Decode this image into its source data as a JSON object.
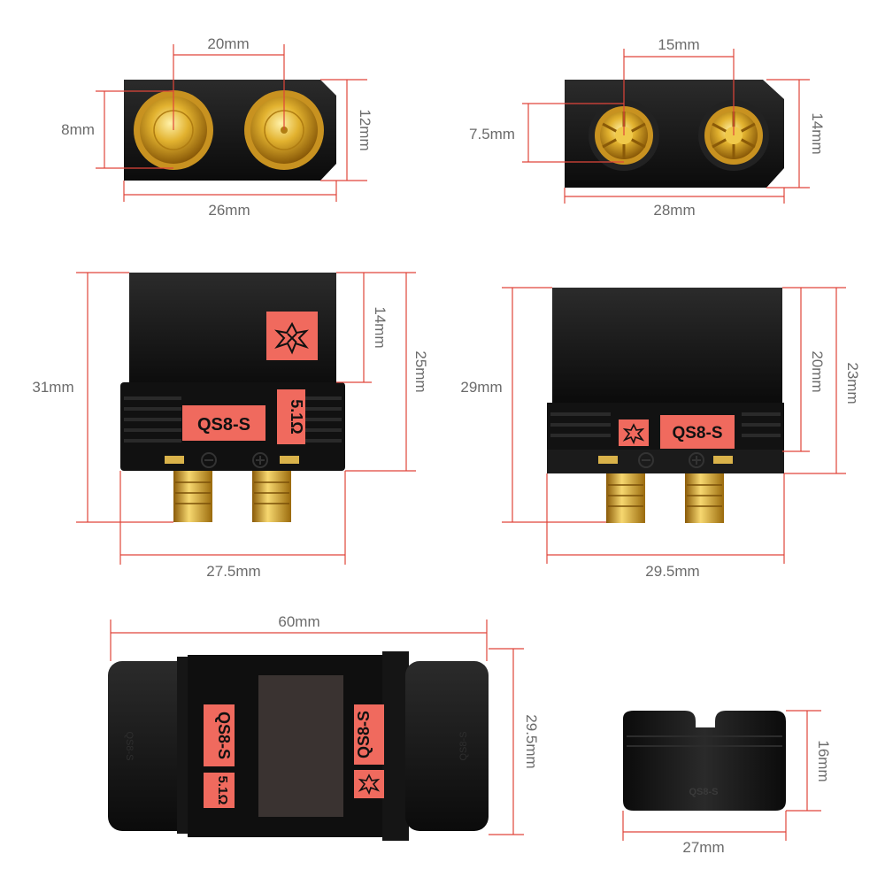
{
  "colors": {
    "dimension_line": "#e0453a",
    "dimension_text": "#6b6b6b",
    "housing": "#141414",
    "label_bg": "#f06a5e",
    "gold": "#d9a521",
    "gold_light": "#f5d36b"
  },
  "views": {
    "female_face": {
      "width_label": "26mm",
      "height_label": "12mm",
      "pitch_label": "20mm",
      "pin_label": "8mm"
    },
    "male_face": {
      "width_label": "28mm",
      "height_label": "14mm",
      "pitch_label": "15mm",
      "pin_label": "7.5mm"
    },
    "female_side": {
      "total_height_label": "31mm",
      "body_height_label": "25mm",
      "upper_label": "14mm",
      "width_label": "27.5mm",
      "model": "QS8-S",
      "resistor": "5.1Ω"
    },
    "male_side": {
      "total_height_label": "29mm",
      "body_height_label": "23mm",
      "upper_label": "20mm",
      "width_label": "29.5mm",
      "model": "QS8-S"
    },
    "mated_pair": {
      "length_label": "60mm",
      "height_label": "29.5mm",
      "model": "QS8-S",
      "resistor": "5.1Ω",
      "side_mark": "QS8-S"
    },
    "cap": {
      "width_label": "27mm",
      "height_label": "16mm",
      "model": "QS8-S"
    }
  },
  "icons": [
    "spark-warning-icon",
    "minus-polarity-icon",
    "plus-polarity-icon"
  ]
}
